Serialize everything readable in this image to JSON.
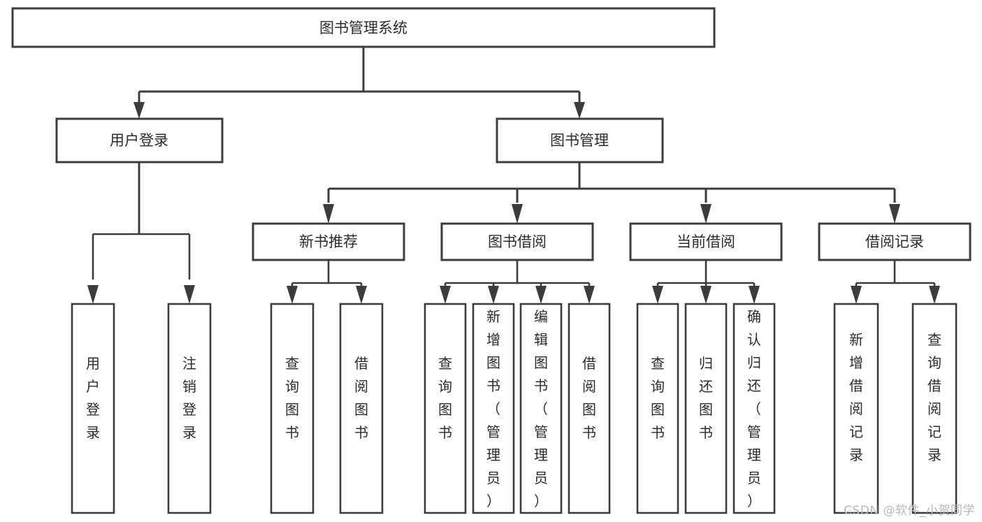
{
  "diagram": {
    "type": "tree",
    "orientation": "top-down",
    "root": {
      "id": "root",
      "label": "图书管理系统"
    },
    "level2": [
      {
        "id": "user-login",
        "label": "用户登录"
      },
      {
        "id": "book-manage",
        "label": "图书管理"
      }
    ],
    "level3": [
      {
        "id": "new-book-rec",
        "label": "新书推荐",
        "parent": "book-manage"
      },
      {
        "id": "book-borrow",
        "label": "图书借阅",
        "parent": "book-manage"
      },
      {
        "id": "current-borrow",
        "label": "当前借阅",
        "parent": "book-manage"
      },
      {
        "id": "borrow-record",
        "label": "借阅记录",
        "parent": "book-manage"
      }
    ],
    "leaves": {
      "user-login": [
        {
          "id": "leaf-user-login",
          "label": "用户登录"
        },
        {
          "id": "leaf-user-logout",
          "label": "注销登录"
        }
      ],
      "new-book-rec": [
        {
          "id": "leaf-query-book-1",
          "label": "查询图书"
        },
        {
          "id": "leaf-borrow-book-1",
          "label": "借阅图书"
        }
      ],
      "book-borrow": [
        {
          "id": "leaf-query-book-2",
          "label": "查询图书"
        },
        {
          "id": "leaf-add-book",
          "label": "新增图书（管理员）"
        },
        {
          "id": "leaf-edit-book",
          "label": "编辑图书（管理员）"
        },
        {
          "id": "leaf-borrow-book-2",
          "label": "借阅图书"
        }
      ],
      "current-borrow": [
        {
          "id": "leaf-query-book-3",
          "label": "查询图书"
        },
        {
          "id": "leaf-return-book",
          "label": "归还图书"
        },
        {
          "id": "leaf-confirm-return",
          "label": "确认归还（管理员）"
        }
      ],
      "borrow-record": [
        {
          "id": "leaf-add-record",
          "label": "新增借阅记录"
        },
        {
          "id": "leaf-query-record",
          "label": "查询借阅记录"
        }
      ]
    },
    "colors": {
      "stroke": "#3c3c3c",
      "fill": "#ffffff",
      "text": "#2b2b2b",
      "background": "#ffffff",
      "watermark": "#b8b8b8"
    }
  },
  "watermark": {
    "text": "CSDN @软件_小贺同学"
  }
}
